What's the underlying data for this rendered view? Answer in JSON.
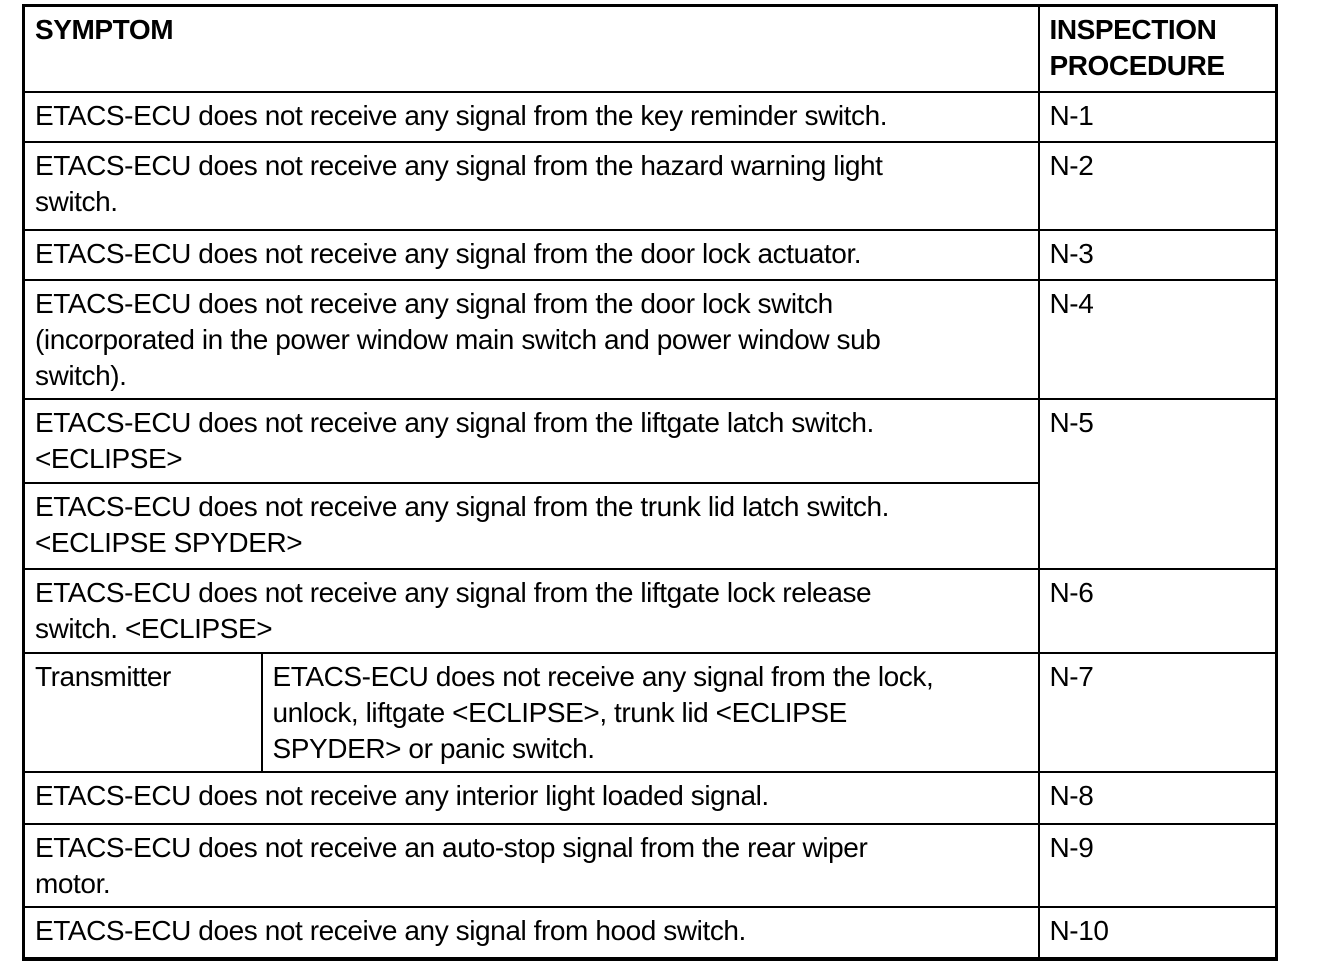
{
  "table": {
    "headers": {
      "symptom": "SYMPTOM",
      "procedure": "INSPECTION\nPROCEDURE"
    },
    "rows": [
      {
        "symptom": "ETACS-ECU does not receive any signal from the key reminder switch.",
        "procedure": "N-1"
      },
      {
        "symptom": "ETACS-ECU does not receive any signal from the hazard warning light\nswitch.",
        "procedure": "N-2"
      },
      {
        "symptom": "ETACS-ECU does not receive any signal from the door lock actuator.",
        "procedure": "N-3"
      },
      {
        "symptom": "ETACS-ECU does not receive any signal from the door lock switch\n(incorporated in the power window main switch and power window sub\nswitch).",
        "procedure": "N-4"
      },
      {
        "symptom": "ETACS-ECU does not receive any signal from the liftgate latch switch.\n<ECLIPSE>",
        "procedure": "N-5"
      },
      {
        "symptom": "ETACS-ECU does not receive any signal from the trunk lid latch switch.\n<ECLIPSE SPYDER>",
        "procedure": ""
      },
      {
        "symptom": "ETACS-ECU does not receive any signal from the liftgate lock release\nswitch. <ECLIPSE>",
        "procedure": "N-6"
      },
      {
        "category": "Transmitter",
        "symptom": "ETACS-ECU does not receive any signal from the lock,\nunlock, liftgate <ECLIPSE>, trunk lid <ECLIPSE\nSPYDER> or panic switch.",
        "procedure": "N-7"
      },
      {
        "symptom": "ETACS-ECU does not receive any interior light loaded signal.",
        "procedure": "N-8"
      },
      {
        "symptom": "ETACS-ECU does not receive an auto-stop signal from the rear wiper\nmotor.",
        "procedure": "N-9"
      },
      {
        "symptom": "ETACS-ECU does not receive any signal from hood switch.",
        "procedure": "N-10"
      }
    ]
  }
}
